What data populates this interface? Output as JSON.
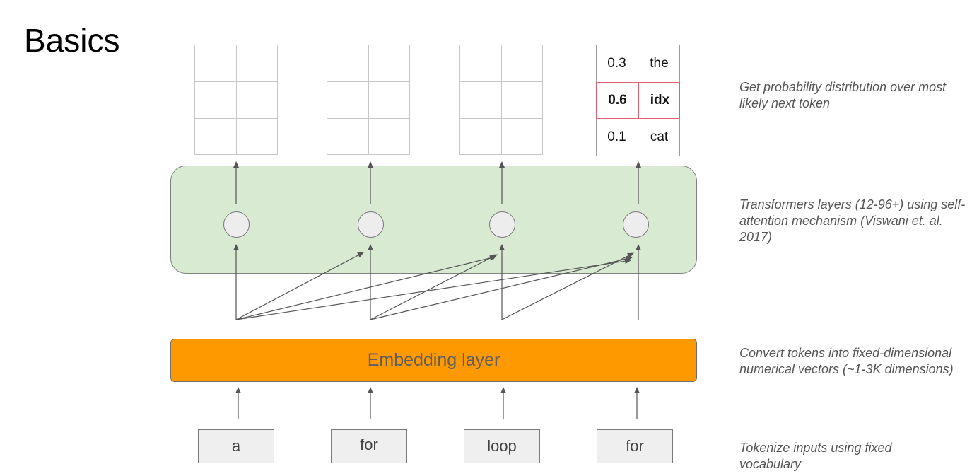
{
  "title": "Basics",
  "output": {
    "rows": [
      {
        "prob": "0.3",
        "token": "the",
        "selected": false
      },
      {
        "prob": "0.6",
        "token": "idx",
        "selected": true
      },
      {
        "prob": "0.1",
        "token": "cat",
        "selected": false
      }
    ]
  },
  "embedding_label": "Embedding layer",
  "tokens": [
    "a",
    "for",
    "loop",
    "for"
  ],
  "notes": {
    "output": "Get probability distribution over most likely next token",
    "transformer": "Transformers layers (12-96+) using self-attention mechanism (Viswani et. al. 2017)",
    "embedding": "Convert tokens into fixed-dimensional numerical vectors (~1-3K dimensions)",
    "tokenize": "Tokenize inputs using fixed vocabulary"
  },
  "colors": {
    "transformer_fill": "#d9ead3",
    "embedding_fill": "#ff9900",
    "selected_border": "#e06070"
  }
}
